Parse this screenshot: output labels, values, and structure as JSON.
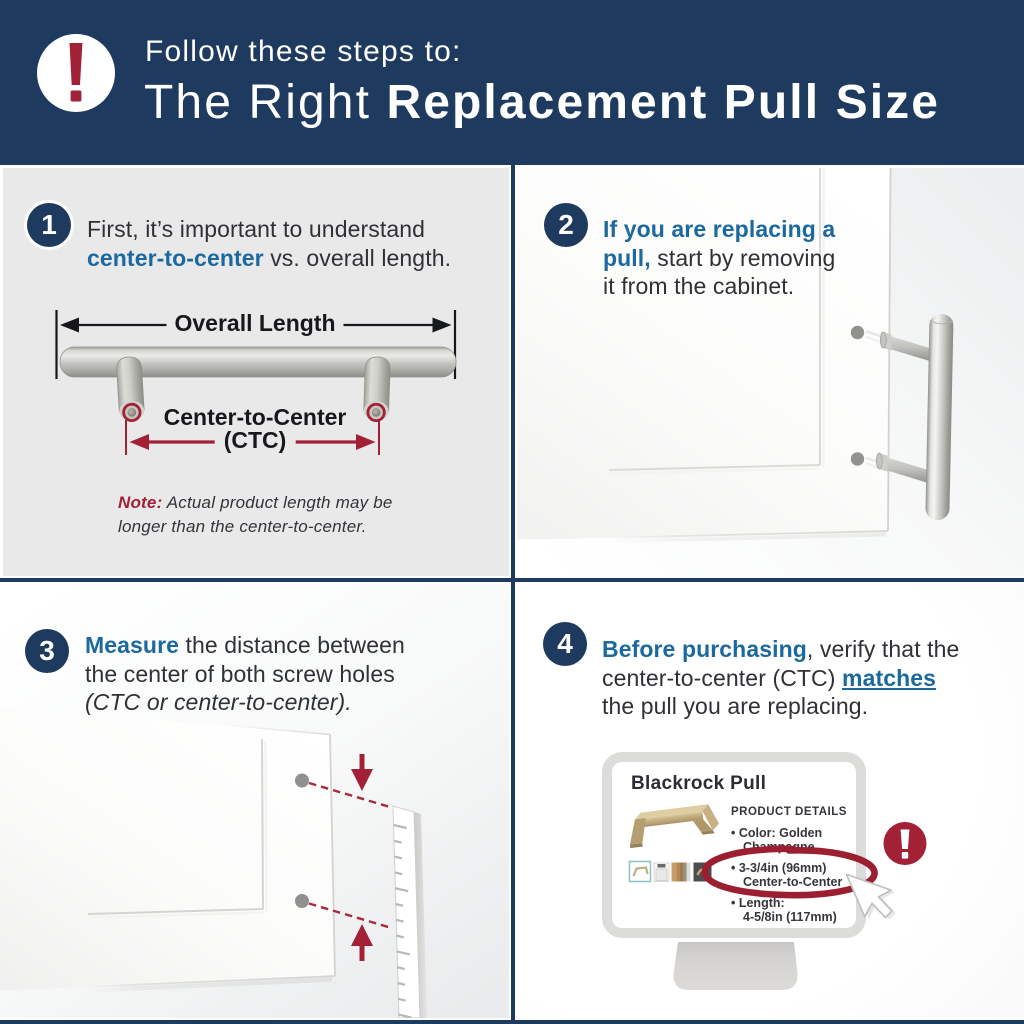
{
  "header": {
    "kicker": "Follow these steps to:",
    "title_light": "The Right ",
    "title_bold": "Replacement Pull Size"
  },
  "colors": {
    "navy": "#1e3a5e",
    "accent_blue": "#1b699d",
    "accent_red": "#a32136",
    "panel_gray": "#e9e9ea",
    "text_dark": "#2f3136"
  },
  "steps": [
    {
      "number": "1",
      "lines": [
        [
          {
            "text": "First, it’s important to understand"
          }
        ],
        [
          {
            "text": "center-to-center"
          },
          {
            "text": " vs. overall length."
          }
        ]
      ]
    },
    {
      "number": "2",
      "lines": [
        [
          {
            "text": "If you are replacing a"
          }
        ],
        [
          {
            "text": "pull,"
          },
          {
            "text": " start by removing"
          }
        ],
        [
          {
            "text": "it from the cabinet."
          }
        ]
      ]
    },
    {
      "number": "3",
      "lines": [
        [
          {
            "text": "Measure"
          },
          {
            "text": " the distance between"
          }
        ],
        [
          {
            "text": "the center of both screw holes"
          }
        ],
        [
          {
            "text": "(CTC or center-to-center)."
          }
        ]
      ]
    },
    {
      "number": "4",
      "lines": [
        [
          {
            "text": "Before purchasing"
          },
          {
            "text": ", verify that the"
          }
        ],
        [
          {
            "text": "center-to-center (CTC) "
          },
          {
            "text": "matches"
          }
        ],
        [
          {
            "text": "the pull you are replacing."
          }
        ]
      ]
    }
  ],
  "diagram": {
    "overall_length_label": "Overall Length",
    "ctc_label_line1": "Center-to-Center",
    "ctc_label_line2": "(CTC)",
    "note_prefix": "Note:",
    "note_line1": " Actual product length may be",
    "note_line2": "longer than the center-to-center."
  },
  "monitor": {
    "product_title": "Blackrock Pull",
    "details_header": "PRODUCT DETAILS",
    "bullets": [
      {
        "line1": "• Color: Golden",
        "line2": "Champagne"
      },
      {
        "line1": "• 3-3/4in (96mm)",
        "line2": "Center-to-Center"
      },
      {
        "line1": "• Length:",
        "line2": "4-5/8in (117mm)"
      }
    ]
  }
}
